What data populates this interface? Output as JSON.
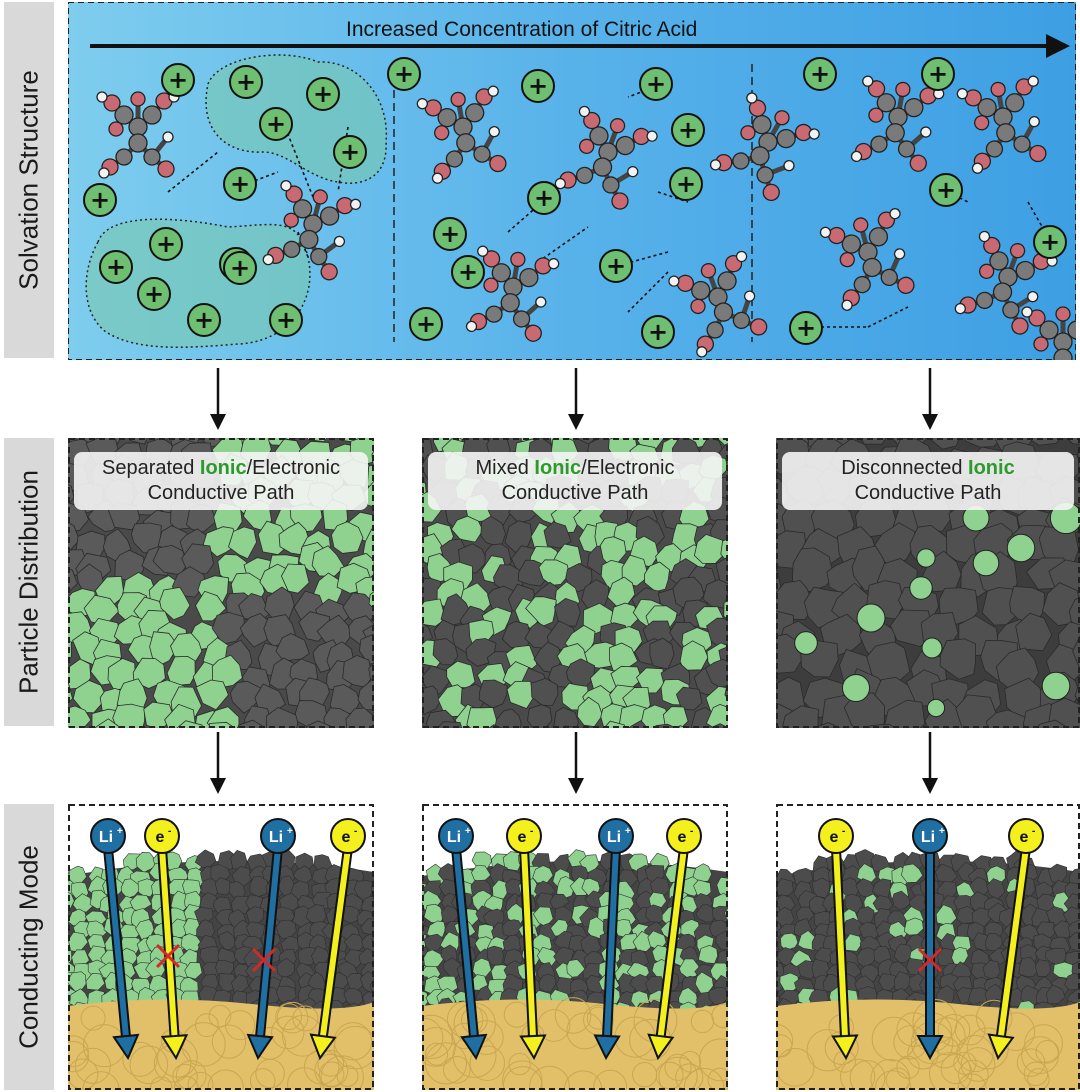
{
  "rows": {
    "solvation": "Solvation Structure",
    "particle": "Particle Distribution",
    "conducting": "Conducting Mode"
  },
  "top_arrow_label": "Increased Concentration of Citric Acid",
  "columns": [
    {
      "label_pre": "Separated ",
      "label_ionic": "Ionic",
      "label_post": "/Electronic",
      "label_line2": "Conductive Path"
    },
    {
      "label_pre": "Mixed ",
      "label_ionic": "Ionic",
      "label_post": "/Electronic",
      "label_line2": "Conductive Path"
    },
    {
      "label_pre": "Disconnected ",
      "label_ionic": "Ionic",
      "label_post": "",
      "label_line2": "Conductive Path"
    }
  ],
  "ion_symbol": "+",
  "carriers": {
    "li": "Li",
    "li_sup": "+",
    "e": "e",
    "e_sup": "-"
  },
  "colors": {
    "ionic_green": "#2d9a2d",
    "particle_green": "#8fd18f",
    "particle_gray": "#555555",
    "li_blue": "#1f6fa3",
    "electron_yellow": "#f3f01d",
    "substrate": "#e2c06a",
    "blocked_mark": "#d62828"
  },
  "icons": [
    "plus-ion-icon",
    "citric-acid-molecule-icon",
    "down-arrow-icon",
    "block-x-icon"
  ]
}
